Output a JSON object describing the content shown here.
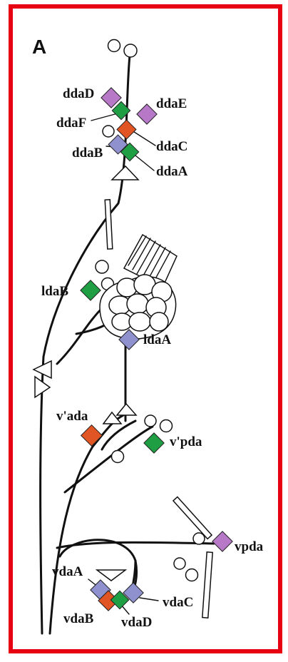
{
  "panel": {
    "letter": "A"
  },
  "colors": {
    "border": "#e60012",
    "purple": "#b878c8",
    "green": "#1f9e43",
    "orange": "#e15423",
    "blue": "#8f90ce",
    "line": "#111111"
  },
  "neurons": [
    {
      "label": "ddaD",
      "color": "purple"
    },
    {
      "label": "ddaE",
      "color": "purple"
    },
    {
      "label": "ddaF",
      "color": "green"
    },
    {
      "label": "ddaC",
      "color": "orange"
    },
    {
      "label": "ddaB",
      "color": "blue"
    },
    {
      "label": "ddaA",
      "color": "green"
    },
    {
      "label": "ldaB",
      "color": "green"
    },
    {
      "label": "ldaA",
      "color": "blue"
    },
    {
      "label": "v'ada",
      "color": "orange"
    },
    {
      "label": "v'pda",
      "color": "green"
    },
    {
      "label": "vpda",
      "color": "purple"
    },
    {
      "label": "vdaA",
      "color": "blue"
    },
    {
      "label": "vdaC",
      "color": "blue"
    },
    {
      "label": "vdaB",
      "color": "orange"
    },
    {
      "label": "vdaD",
      "color": "green"
    }
  ]
}
